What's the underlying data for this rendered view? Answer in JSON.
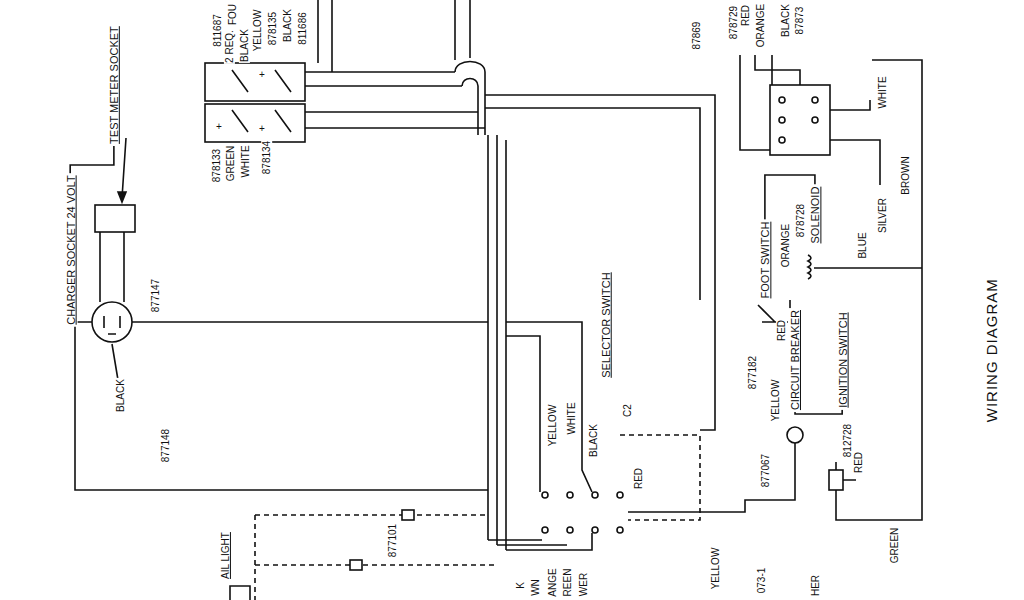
{
  "diagram": {
    "title": "WIRING DIAGRAM",
    "nodes": [
      {
        "text": [
          "CHARGER SOCKET 24 VOLT"
        ]
      },
      {
        "text": [
          "TEST METER SOCKET"
        ]
      },
      {
        "text": [
          "SELECTOR SWITCH"
        ]
      },
      {
        "text": [
          "FOOT SWITCH"
        ]
      },
      {
        "text": [
          "SOLENOID"
        ]
      },
      {
        "text": [
          "CIRCUIT BREAKER"
        ]
      },
      {
        "text": [
          "IGNITION SWITCH"
        ]
      }
    ],
    "edges": [
      {
        "from": 0,
        "to": 1,
        "arrow": "none"
      },
      {
        "from": 3,
        "to": 4,
        "arrow": "none"
      },
      {
        "from": 5,
        "to": 6,
        "arrow": "none"
      }
    ],
    "labels": [
      "FOU",
      "811687",
      "2 REQ.",
      "BLACK",
      "YELLOW",
      "878135",
      "BLACK",
      "811686",
      "878133",
      "GREEN",
      "WHITE",
      "878134",
      "+",
      "+",
      "+",
      "BLACK",
      "877147",
      "877148",
      "877101",
      "AIL LIGHT",
      "YELLOW",
      "WHITE",
      "BLACK",
      "C2",
      "RED",
      "YELLOW",
      "877067",
      "YELLOW",
      "877182",
      "RED",
      "ORANGE",
      "878728",
      "812728",
      "RED",
      "GREEN",
      "87869",
      "878729",
      "RED",
      "ORANGE",
      "BLACK",
      "87873",
      "WHITE",
      "BROWN",
      "SILVER",
      "BLUE",
      "K",
      "WN",
      "ANGE",
      "REEN",
      "WER",
      "073-1",
      "HER"
    ]
  }
}
